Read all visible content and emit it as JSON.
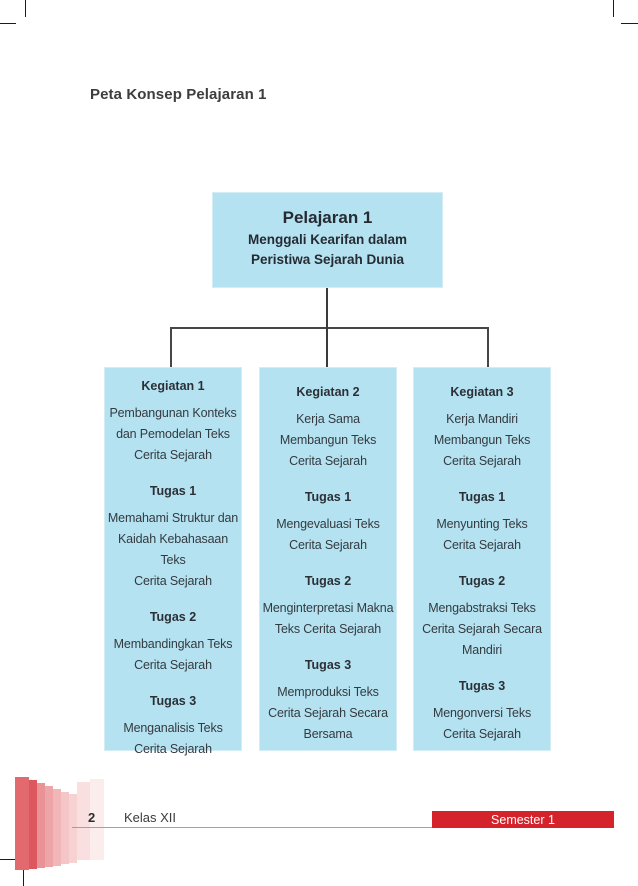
{
  "page": {
    "title": "Peta Konsep Pelajaran 1"
  },
  "diagram": {
    "root": {
      "title": "Pelajaran 1",
      "subtitle": "Menggali Kearifan dalam\nPeristiwa Sejarah Dunia"
    },
    "columns": [
      {
        "sections": [
          {
            "title": "Kegiatan 1",
            "body": "Pembangunan Konteks\ndan Pemodelan Teks\nCerita Sejarah"
          },
          {
            "title": "Tugas 1",
            "body": "Memahami Struktur dan\nKaidah Kebahasaan Teks\nCerita Sejarah"
          },
          {
            "title": "Tugas 2",
            "body": "Membandingkan Teks\nCerita Sejarah"
          },
          {
            "title": "Tugas 3",
            "body": "Menganalisis Teks\nCerita Sejarah"
          }
        ]
      },
      {
        "sections": [
          {
            "title": "Kegiatan 2",
            "body": "Kerja Sama\nMembangun Teks\nCerita Sejarah"
          },
          {
            "title": "Tugas 1",
            "body": "Mengevaluasi Teks\nCerita Sejarah"
          },
          {
            "title": "Tugas 2",
            "body": "Menginterpretasi Makna\nTeks Cerita Sejarah"
          },
          {
            "title": "Tugas 3",
            "body": "Memproduksi Teks\nCerita Sejarah Secara\nBersama"
          }
        ]
      },
      {
        "sections": [
          {
            "title": "Kegiatan 3",
            "body": "Kerja Mandiri\nMembangun Teks\nCerita Sejarah"
          },
          {
            "title": "Tugas 1",
            "body": "Menyunting Teks\nCerita Sejarah"
          },
          {
            "title": "Tugas 2",
            "body": "Mengabstraksi Teks\nCerita Sejarah Secara\nMandiri"
          },
          {
            "title": "Tugas 3",
            "body": "Mengonversi Teks\nCerita Sejarah"
          }
        ]
      }
    ]
  },
  "footer": {
    "page_number": "2",
    "class_label": "Kelas XII",
    "semester_badge": "Semester 1"
  },
  "colors": {
    "node_fill": "#b4e2f1",
    "node_border": "#d3ecf6",
    "accent_red": "#d5232b",
    "footer_rule_red": "#d9888c",
    "connector": "#3a3a3a",
    "text_dark": "#2e3338"
  }
}
